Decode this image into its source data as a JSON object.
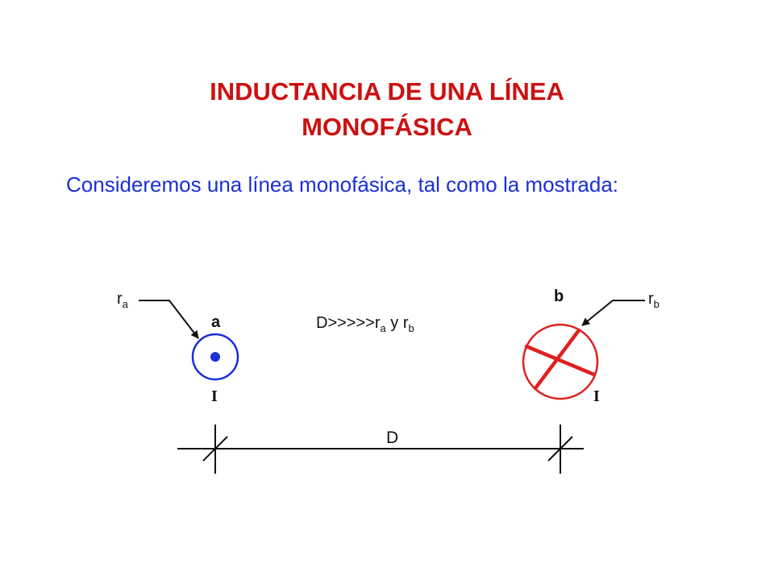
{
  "slide": {
    "title_line1": "INDUCTANCIA DE UNA LÍNEA",
    "title_line2": "MONOFÁSICA",
    "intro_text": "Consideremos una línea monofásica, tal como la mostrada:"
  },
  "diagram": {
    "conductor_a": {
      "name": "a",
      "radius_symbol": "r",
      "radius_subscript": "a",
      "current_label": "I",
      "color": "#1a2fd6"
    },
    "conductor_b": {
      "name": "b",
      "radius_symbol": "r",
      "radius_subscript": "b",
      "current_label": "I",
      "color": "#e02020"
    },
    "condition": {
      "prefix": "D>>>>>r",
      "sub_a": "a",
      "middle": " y r",
      "sub_b": "b"
    },
    "distance_label": "D",
    "colors": {
      "title": "#cc1111",
      "text": "#1a2fd6",
      "lines": "#111111"
    }
  }
}
